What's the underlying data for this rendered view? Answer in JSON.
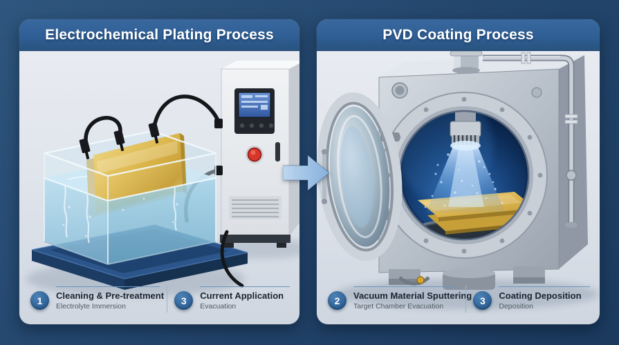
{
  "page": {
    "type": "process-comparison-infographic"
  },
  "colors": {
    "background_navy": "#24476e",
    "background_navy_dark": "#1b3a5e",
    "header_blue": "#2f5f95",
    "header_blue_dark": "#29537f",
    "panel_bg": "#dfe4eb",
    "panel_bg_dark": "#cfd6e0",
    "title_text": "#ffffff",
    "step_circle": "#2d6094",
    "step_line": "#6e95bd",
    "step_divider": "#9db2c8",
    "step_title": "#1b2430",
    "step_subtitle": "#4d5862",
    "arrow_blue": "#9fc2e8",
    "gold": "#d9b23f",
    "water_blue": "#9fd2e8",
    "tank_base_blue": "#2c568b",
    "chamber_interior_blue": "#123763",
    "metal_gray": "#b6bec8"
  },
  "arrow": {
    "icon": "right-arrow",
    "direction": "right"
  },
  "panels": [
    {
      "title": "Electrochemical Plating Process",
      "illustration": {
        "name": "electroplating-tank-with-power-supply",
        "alt": "Glass electrolyte tank on a blue base with submerged gold anode plate, electrode clamps and black cables connected to a power supply control cabinet with display and emergency stop"
      },
      "steps": [
        {
          "number": "1",
          "title": "Cleaning & Pre-treatment",
          "subtitle": "Electrolyte Immersion"
        },
        {
          "number": "3",
          "title": "Current Application",
          "subtitle": "Evacuation"
        }
      ]
    },
    {
      "title": "PVD Coating Process",
      "illustration": {
        "name": "vacuum-deposition-chamber",
        "alt": "Open cylindrical vacuum chamber with sputtering source emitting blue plasma onto stacked gold substrates above a circular platform, with vacuum piping on the right"
      },
      "steps": [
        {
          "number": "2",
          "title": "Vacuum Material Sputtering",
          "subtitle": "Target Chamber Evacuation"
        },
        {
          "number": "3",
          "title": "Coating Deposition",
          "subtitle": "Deposition"
        }
      ]
    }
  ]
}
